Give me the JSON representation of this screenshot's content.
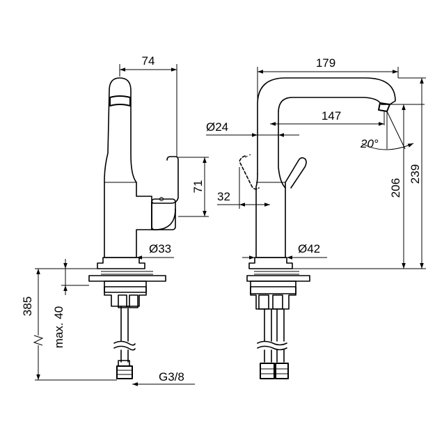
{
  "dimensions": {
    "reach_side": "74",
    "lever_height": "71",
    "base_diameter_side": "Ø33",
    "overall_height": "385",
    "max_deck": "max. 40",
    "thread": "G3/8",
    "spout_reach": "179",
    "outlet_reach": "147",
    "spout_diameter": "Ø24",
    "angle": "20°",
    "lever_offset": "32",
    "base_diameter_front": "Ø42",
    "outlet_height": "206",
    "total_height": "239"
  }
}
